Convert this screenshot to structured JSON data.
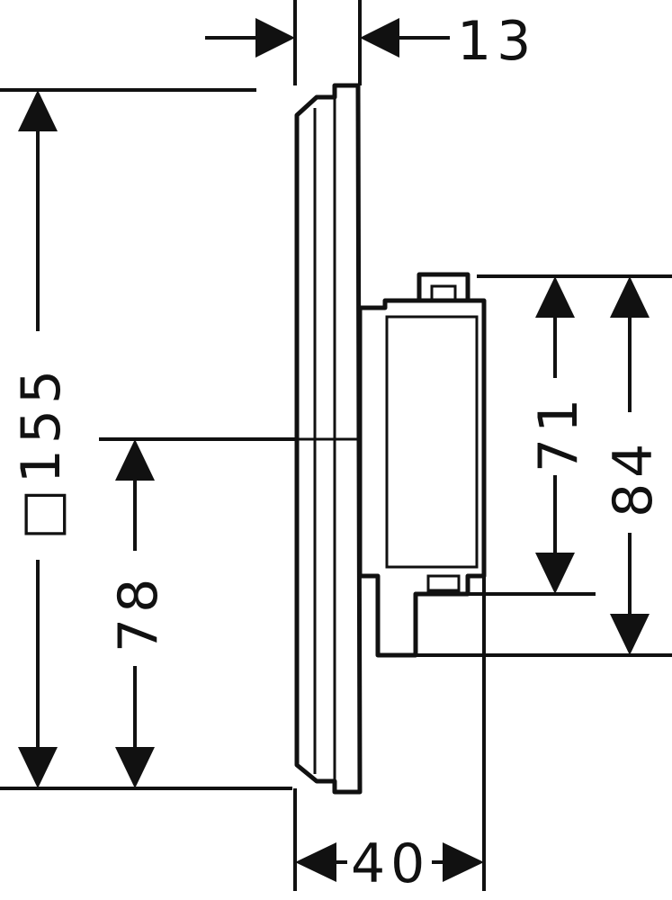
{
  "dimensions": {
    "top_offset": "13",
    "overall_height": "□155",
    "center_height": "78",
    "box_height": "71",
    "box_height_total": "84",
    "depth": "40"
  }
}
